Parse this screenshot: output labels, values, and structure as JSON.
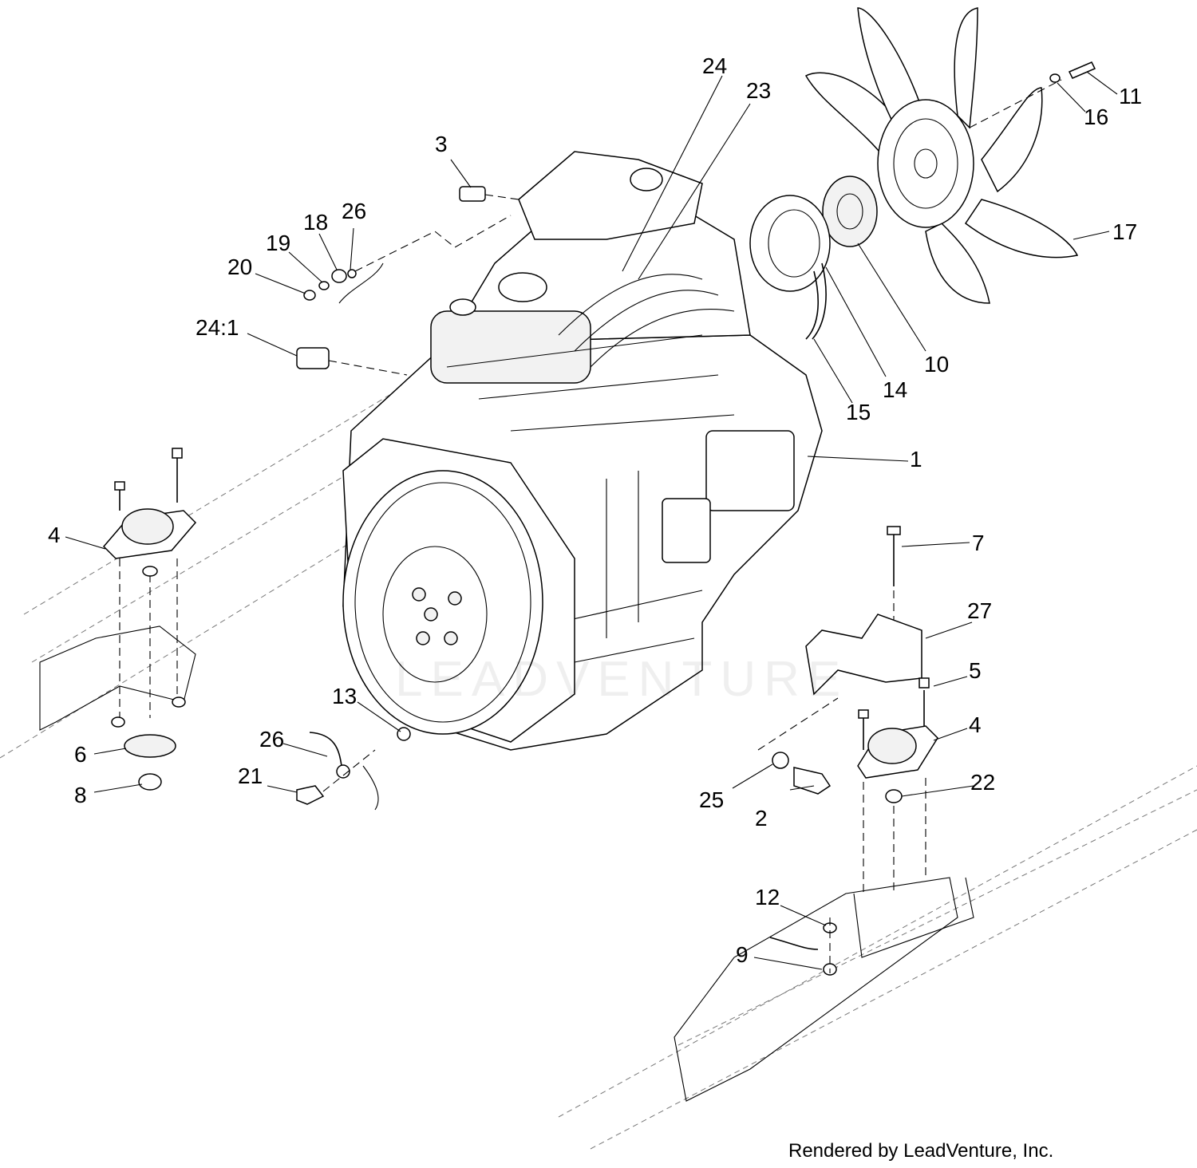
{
  "callouts": {
    "c1": "1",
    "c2": "2",
    "c3": "3",
    "c4a": "4",
    "c4b": "4",
    "c5": "5",
    "c6": "6",
    "c7": "7",
    "c8": "8",
    "c9": "9",
    "c10": "10",
    "c11": "11",
    "c12": "12",
    "c13": "13",
    "c14": "14",
    "c15": "15",
    "c16": "16",
    "c17": "17",
    "c18": "18",
    "c19": "19",
    "c20": "20",
    "c21": "21",
    "c22": "22",
    "c23": "23",
    "c24": "24",
    "c24_1": "24:1",
    "c25": "25",
    "c26a": "26",
    "c26b": "26",
    "c27": "27"
  },
  "watermark": "LEADVENTURE",
  "credit": "Rendered by LeadVenture, Inc."
}
